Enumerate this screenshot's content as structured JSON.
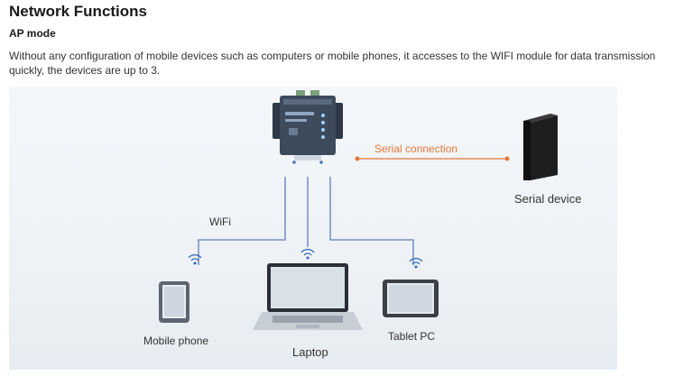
{
  "heading": "Network Functions",
  "subheading": "AP mode",
  "description": "Without any configuration of mobile devices such as computers or mobile phones, it accesses to the WIFI module for data transmission quickly, the devices are up to 3.",
  "diagram": {
    "labels": {
      "serial_connection": "Serial connection",
      "serial_device": "Serial device",
      "wifi": "WiFi",
      "mobile_phone": "Mobile phone",
      "laptop": "Laptop",
      "tablet_pc": "Tablet PC"
    },
    "colors": {
      "wifi_line": "#5b7fb5",
      "serial_line": "#e0783a",
      "device_body": "#3d4a5c"
    }
  }
}
